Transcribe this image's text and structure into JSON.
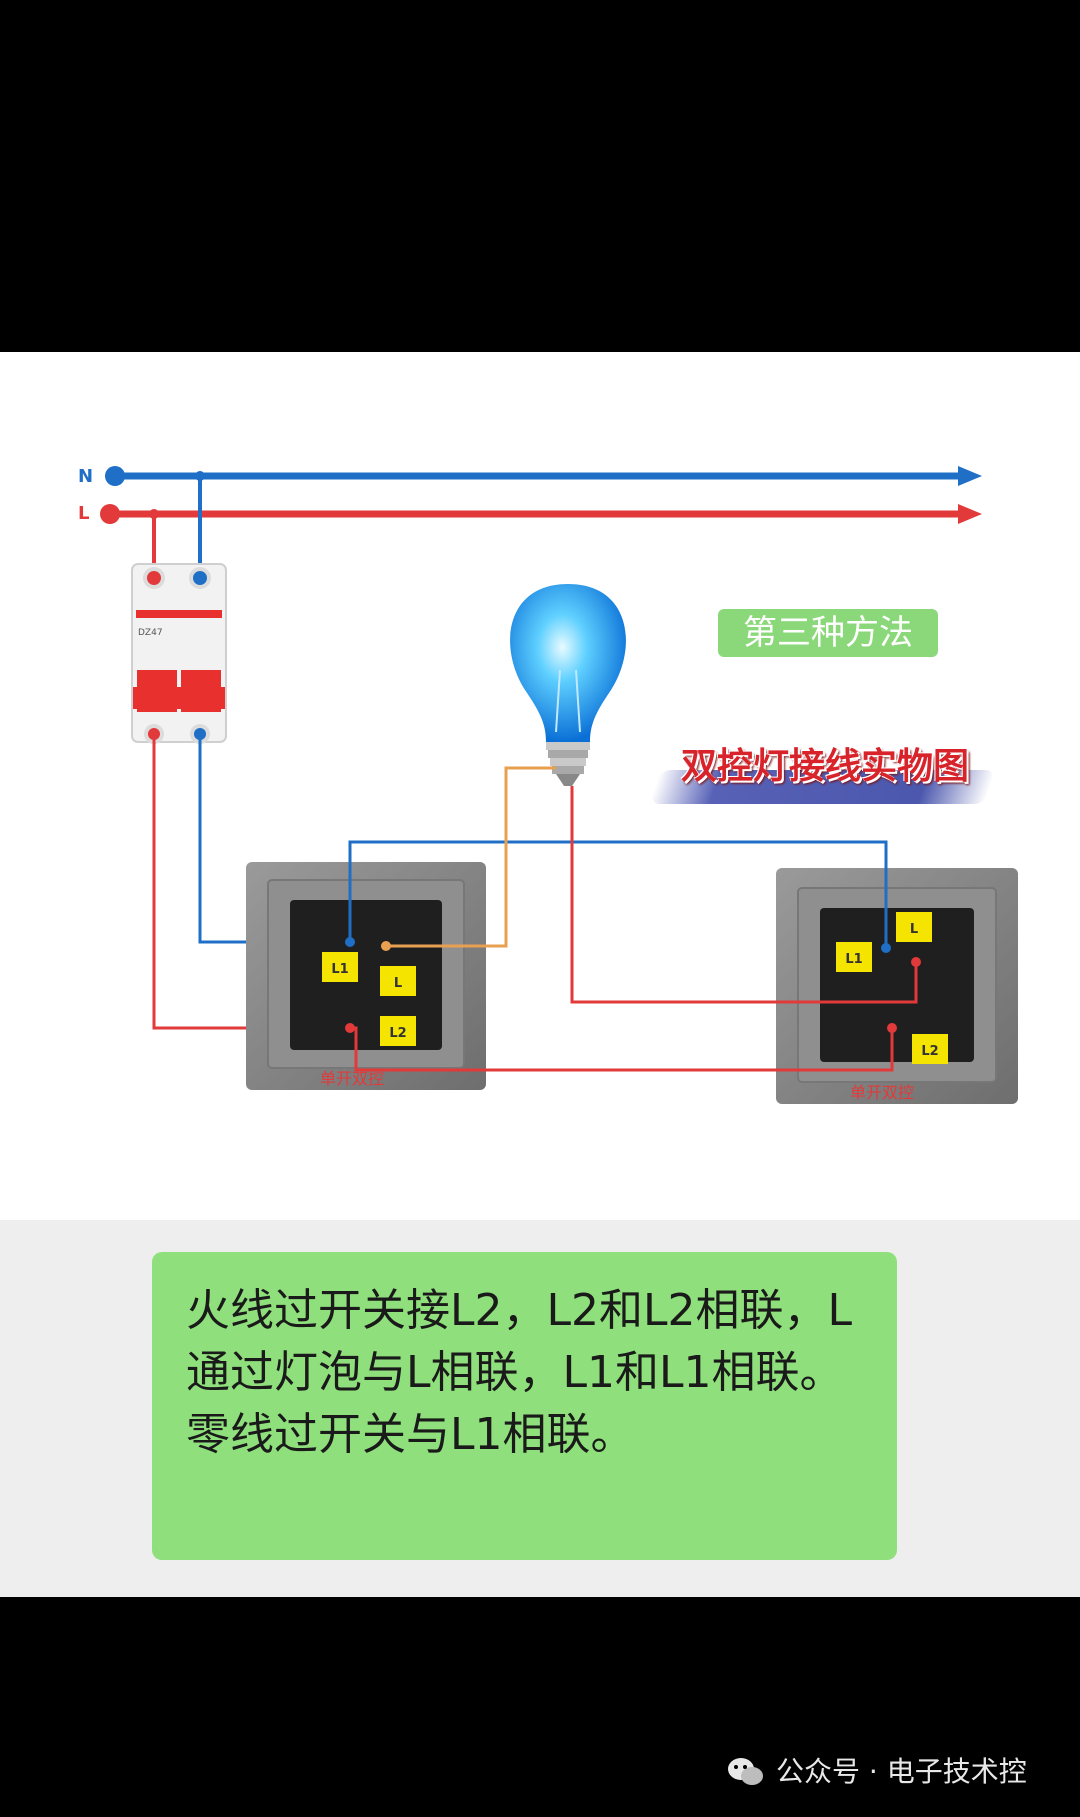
{
  "diagram": {
    "line_labels": {
      "neutral": "N",
      "live": "L"
    },
    "method_tag": "第三种方法",
    "title": "双控灯接线实物图",
    "breaker_text": "DZ47",
    "switch_left": {
      "terminals": [
        "L1",
        "L",
        "L2"
      ],
      "caption": "单开双控"
    },
    "switch_right": {
      "terminals": [
        "L1",
        "L",
        "L2"
      ],
      "caption": "单开双控"
    },
    "colors": {
      "neutral_wire": "#1f6fc7",
      "live_wire": "#e23a3a",
      "lamp_wire": "#e8a050",
      "terminal_label_bg": "#f4e400",
      "switch_plate": "#8a8a8a",
      "breaker_red": "#e8302f"
    }
  },
  "note": {
    "lines": [
      "火线过开关接L2，L2和L2相联，L通过灯泡与L相联，L1和L1相联。",
      "零线过开关与L1相联。"
    ]
  },
  "watermark": {
    "icon": "wechat-icon",
    "text": "公众号 · 电子技术控"
  }
}
